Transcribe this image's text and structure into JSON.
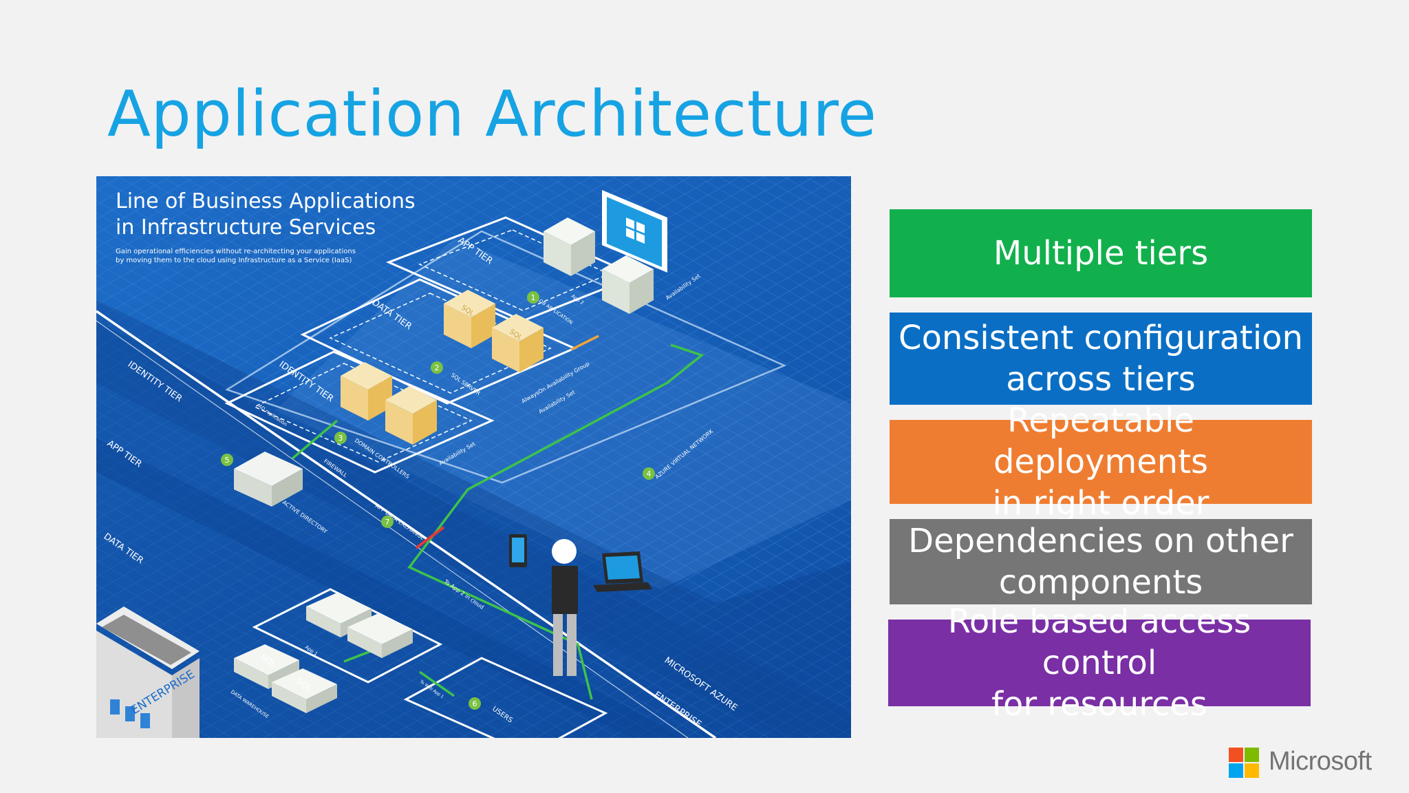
{
  "slide": {
    "title": "Application Architecture"
  },
  "diagram": {
    "heading_line1": "Line of Business Applications",
    "heading_line2": "in Infrastructure Services",
    "subheading_line1": "Gain operational efficiencies without re-architecting your applications",
    "subheading_line2": "by moving them to the cloud using Infrastructure as a Service (IaaS)",
    "labels": {
      "app_tier_top": "APP TIER",
      "data_tier_top": "DATA TIER",
      "identity_tier_top": "IDENTITY TIER",
      "identity_tier_left": "IDENTITY TIER",
      "app_tier_left": "APP TIER",
      "data_tier_left": "DATA TIER",
      "ad_replication": "AD replication",
      "active_directory": "ACTIVE DIRECTORY",
      "firewall": "FIREWALL",
      "domain_controllers": "DOMAIN CONTROLLERS",
      "availability_set_identity": "Availability Set",
      "sql_server": "SQL SERVER",
      "alwayson": "AlwaysOn Availability Group",
      "availability_set_data": "Availability Set",
      "lob_application": "LOB APPLICATION",
      "app2": "App 2",
      "availability_set_app": "Availability Set",
      "azure_virtual_network": "AZURE VIRTUAL NETWORK",
      "app_data_exchange": "APP DATA EXCHANGE",
      "to_app2_in_cloud": "To App 2 in cloud",
      "app1": "App 1",
      "data_warehouse": "DATA WAREHOUSE",
      "to_web_app": "To Web App 1",
      "users": "USERS",
      "microsoft_azure": "MICROSOFT AZURE",
      "enterprise_boundary": "ENTERPRISE",
      "enterprise_building": "ENTERPRISE",
      "sql_1": "SQL",
      "sql_2": "SQL",
      "sql_3": "SQL",
      "sql_4": "SQL"
    },
    "markers": [
      "1",
      "2",
      "3",
      "4",
      "5",
      "6",
      "7"
    ]
  },
  "features": [
    {
      "line1": "Multiple tiers",
      "line2": "",
      "color": "#12b04c"
    },
    {
      "line1": "Consistent configuration",
      "line2": "across tiers",
      "color": "#0a6fc4"
    },
    {
      "line1": "Repeatable deployments",
      "line2": "in right order",
      "color": "#ef7d31"
    },
    {
      "line1": "Dependencies on other",
      "line2": "components",
      "color": "#767676"
    },
    {
      "line1": "Role based access control",
      "line2": "for resources",
      "color": "#7a2fa5"
    }
  ],
  "brand": {
    "name": "Microsoft",
    "logo_colors": [
      "#f25022",
      "#7fba00",
      "#00a4ef",
      "#ffb900"
    ],
    "accent": "#16a3e3"
  }
}
